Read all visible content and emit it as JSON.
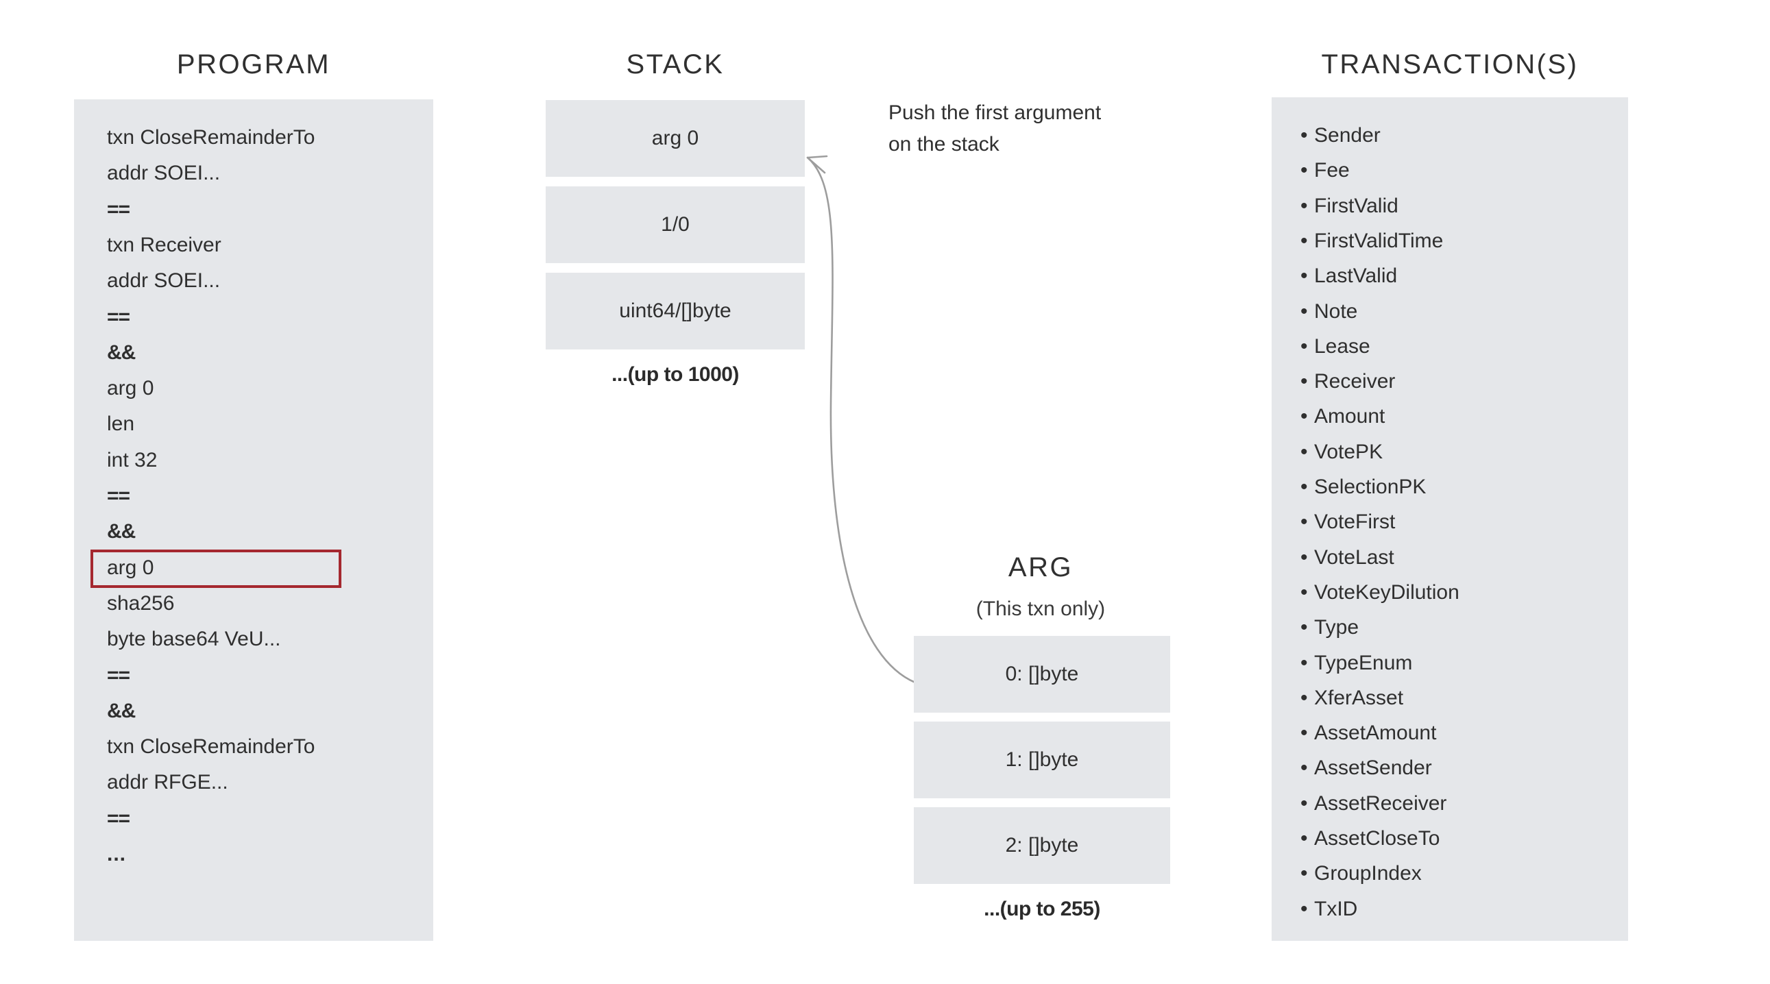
{
  "program": {
    "title": "PROGRAM",
    "lines": [
      {
        "text": "txn CloseRemainderTo",
        "style": "normal"
      },
      {
        "text": "addr SOEI...",
        "style": "normal"
      },
      {
        "text": "==",
        "style": "op"
      },
      {
        "text": "txn Receiver",
        "style": "normal"
      },
      {
        "text": "addr SOEI...",
        "style": "normal"
      },
      {
        "text": "==",
        "style": "op"
      },
      {
        "text": "&&",
        "style": "op"
      },
      {
        "text": "arg 0",
        "style": "normal"
      },
      {
        "text": "len",
        "style": "normal"
      },
      {
        "text": "int 32",
        "style": "normal"
      },
      {
        "text": "==",
        "style": "op"
      },
      {
        "text": "&&",
        "style": "op"
      },
      {
        "text": "arg 0",
        "style": "normal",
        "highlighted": true
      },
      {
        "text": "sha256",
        "style": "normal"
      },
      {
        "text": "byte base64 VeU...",
        "style": "normal"
      },
      {
        "text": "==",
        "style": "op"
      },
      {
        "text": "&&",
        "style": "op"
      },
      {
        "text": "txn CloseRemainderTo",
        "style": "normal"
      },
      {
        "text": "addr RFGE...",
        "style": "normal"
      },
      {
        "text": "==",
        "style": "op"
      },
      {
        "text": "...",
        "style": "dots"
      }
    ],
    "highlight_color": "#a5282f"
  },
  "stack": {
    "title": "STACK",
    "cells": [
      "arg 0",
      "1/0",
      "uint64/[]byte"
    ],
    "more_label": "...(up to 1000)"
  },
  "annotation": {
    "line1": "Push the first argument",
    "line2": "on the stack",
    "arrow_icon": "curved-arrow-icon"
  },
  "arg": {
    "title": "ARG",
    "subtitle": "(This txn only)",
    "cells": [
      "0: []byte",
      "1: []byte",
      "2: []byte"
    ],
    "more_label": "...(up to 255)"
  },
  "transactions": {
    "title": "TRANSACTION(S)",
    "bullet": "•",
    "fields": [
      "Sender",
      "Fee",
      "FirstValid",
      "FirstValidTime",
      "LastValid",
      "Note",
      "Lease",
      "Receiver",
      "Amount",
      "VotePK",
      "SelectionPK",
      "VoteFirst",
      "VoteLast",
      "VoteKeyDilution",
      "Type",
      "TypeEnum",
      "XferAsset",
      "AssetAmount",
      "AssetSender",
      "AssetReceiver",
      "AssetCloseTo",
      "GroupIndex",
      "TxID"
    ]
  },
  "theme": {
    "panel_bg": "#e5e7ea",
    "page_bg": "#ffffff",
    "text_color": "#2f2f2f",
    "arrow_color": "#9d9d9d"
  }
}
